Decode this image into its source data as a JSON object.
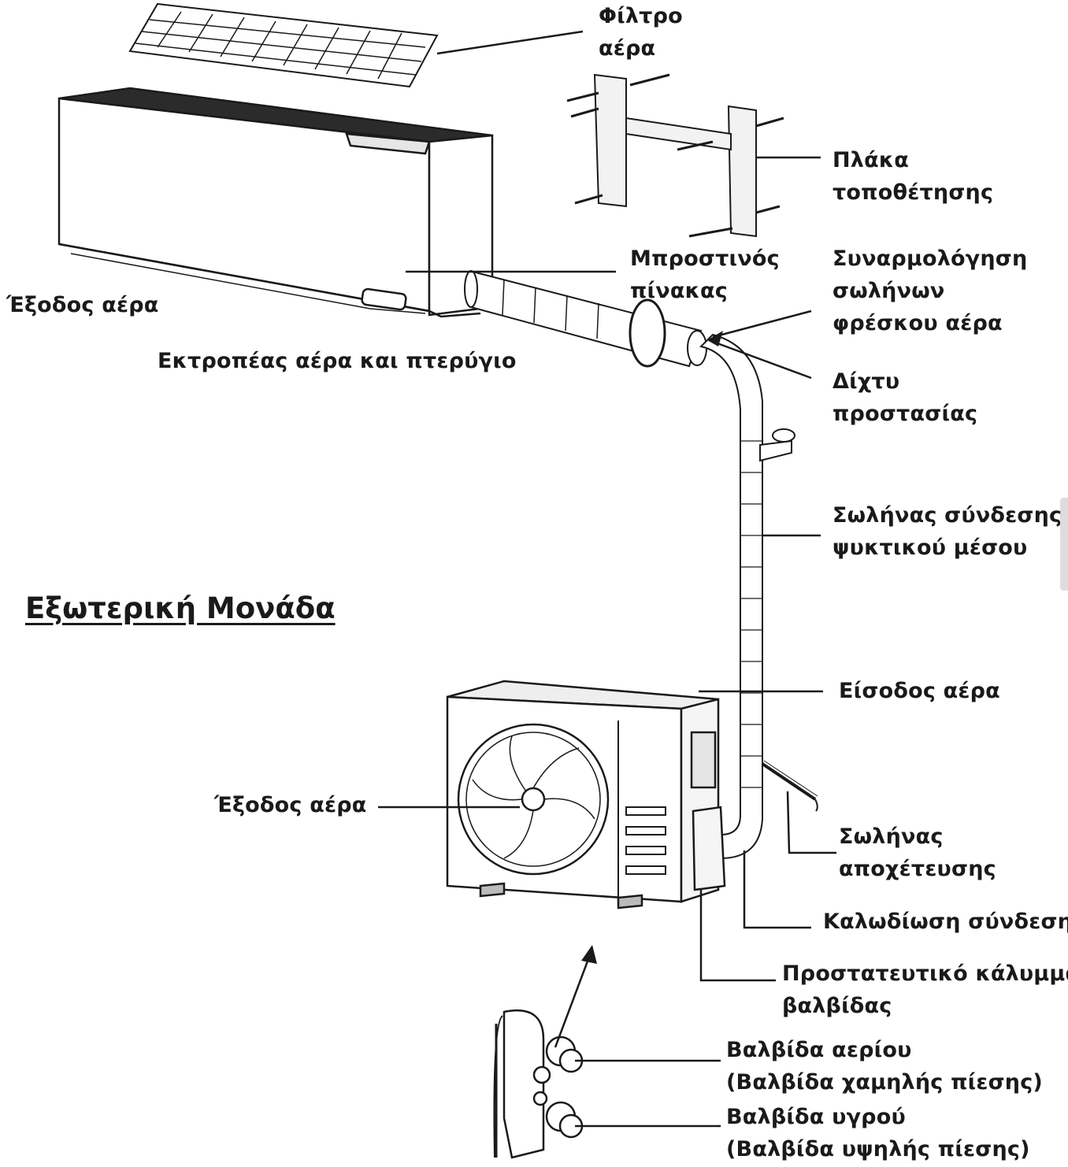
{
  "section_heading": "Εξωτερική Μονάδα",
  "labels": {
    "air_filter": [
      "Φίλτρο",
      "αέρα"
    ],
    "mounting_plate": [
      "Πλάκα",
      "τοποθέτησης"
    ],
    "front_panel": [
      "Μπροστινός",
      "πίνακας"
    ],
    "fresh_air_pipe_assembly": [
      "Συναρμολόγηση",
      "σωλήνων",
      "φρέσκου αέρα"
    ],
    "indoor_air_outlet": "Έξοδος αέρα",
    "air_deflector": "Εκτροπέας αέρα και πτερύγιο",
    "protection_net": [
      "Δίχτυ",
      "προστασίας"
    ],
    "refrigerant_pipe": [
      "Σωλήνας σύνδεσης",
      "ψυκτικού μέσου"
    ],
    "air_inlet": "Είσοδος αέρα",
    "outdoor_air_outlet": "Έξοδος αέρα",
    "drain_pipe": [
      "Σωλήνας",
      "αποχέτευσης"
    ],
    "connection_wiring": "Καλωδίωση σύνδεσης",
    "valve_cover": [
      "Προστατευτικό κάλυμμα",
      "βαλβίδας"
    ],
    "gas_valve": [
      "Βαλβίδα αερίου",
      "(Βαλβίδα χαμηλής πίεσης)"
    ],
    "liquid_valve": [
      "Βαλβίδα υγρού",
      "(Βαλβίδα υψηλής πίεσης)"
    ]
  },
  "colors": {
    "line": "#1a1a1a",
    "fill": "#ffffff",
    "shade": "#d9d9d9"
  }
}
